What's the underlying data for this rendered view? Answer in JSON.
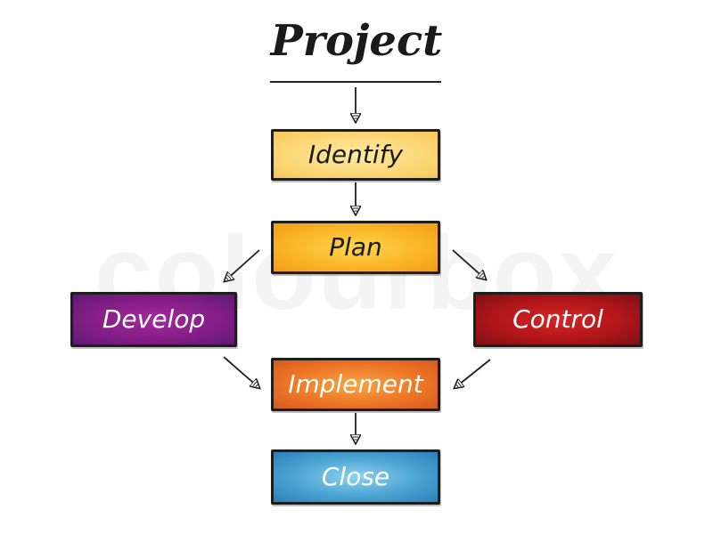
{
  "watermark": "colourbox",
  "diagram": {
    "title": "Project",
    "nodes": [
      {
        "id": "identify",
        "label": "Identify",
        "color": "#fcd777"
      },
      {
        "id": "plan",
        "label": "Plan",
        "color": "#fbb62a"
      },
      {
        "id": "develop",
        "label": "Develop",
        "color": "#851e87"
      },
      {
        "id": "control",
        "label": "Control",
        "color": "#b0161a"
      },
      {
        "id": "implement",
        "label": "Implement",
        "color": "#ee7726"
      },
      {
        "id": "close",
        "label": "Close",
        "color": "#4aa3d3"
      }
    ],
    "edges": [
      {
        "from": "title",
        "to": "identify"
      },
      {
        "from": "identify",
        "to": "plan"
      },
      {
        "from": "plan",
        "to": "develop"
      },
      {
        "from": "plan",
        "to": "control"
      },
      {
        "from": "develop",
        "to": "implement"
      },
      {
        "from": "control",
        "to": "implement"
      },
      {
        "from": "implement",
        "to": "close"
      }
    ]
  }
}
